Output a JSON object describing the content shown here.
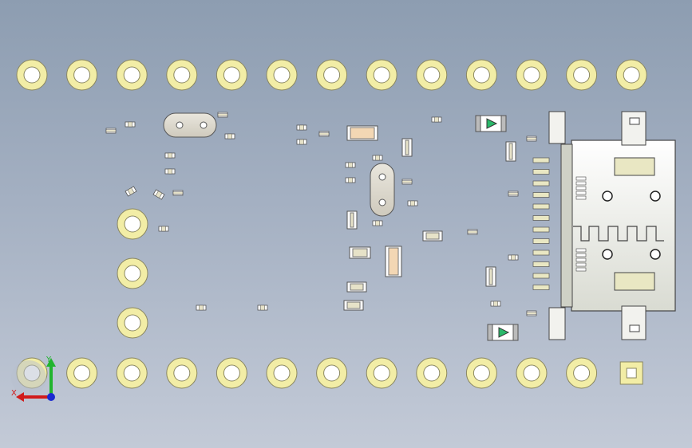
{
  "viewport": {
    "background_top": "#8d9db1",
    "background_bottom": "#c3cad7",
    "pad_color": "#f2eda6",
    "pad_outline": "#7d7a55",
    "silk_color": "#ffffff"
  },
  "triad": {
    "x_label": "X",
    "y_label": "Y",
    "x_color": "#d11b1b",
    "y_color": "#21b42e",
    "z_color": "#1a2ad1"
  },
  "header_pins_top": {
    "count": 13
  },
  "header_pins_bottom": {
    "count": 13,
    "square_pin": "last"
  },
  "side_pads": {
    "count": 3
  },
  "usb_connector": {
    "icon": "usb-c-connector-icon"
  },
  "led_indicators": [
    {
      "icon": "led-arrow-icon",
      "color": "#29b86a"
    },
    {
      "icon": "led-arrow-icon",
      "color": "#29b86a"
    }
  ],
  "crystals": [
    {
      "icon": "crystal-oscillator-icon"
    },
    {
      "icon": "crystal-oscillator-icon"
    }
  ]
}
